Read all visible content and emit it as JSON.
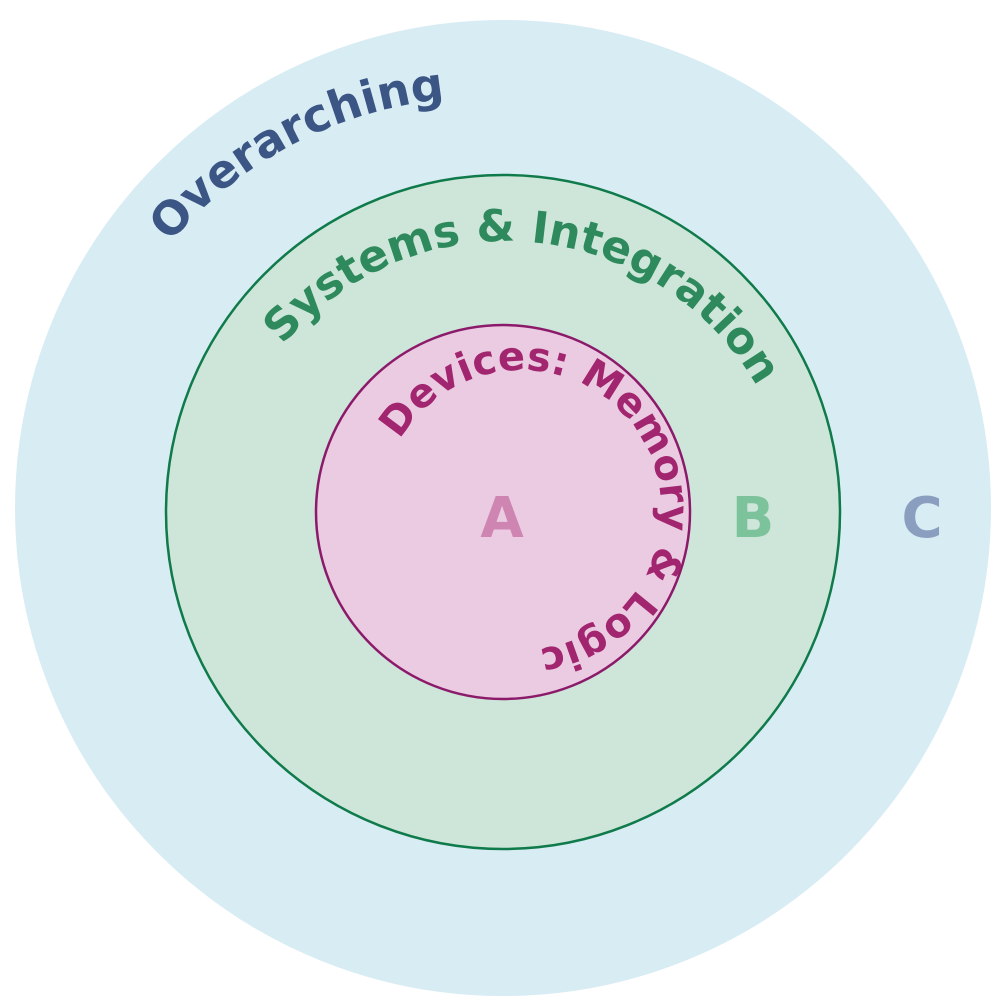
{
  "rings": [
    {
      "id": "outer",
      "title": "Overarching",
      "letter": "C",
      "fill": "#d8ecf4",
      "stroke": "#d8ecf4",
      "title_color": "#3b5584",
      "letter_color": "#8a9fbf"
    },
    {
      "id": "middle",
      "title": "Systems & Integration",
      "letter": "B",
      "fill": "#cde6d9",
      "stroke": "#0f7a4a",
      "title_color": "#2e8a5c",
      "letter_color": "#7cc39b"
    },
    {
      "id": "inner",
      "title": "Devices: Memory & Logic",
      "letter": "A",
      "fill": "#ebcbe1",
      "stroke": "#8c1a6a",
      "title_color": "#a1266f",
      "letter_color": "#cf85b2"
    }
  ]
}
